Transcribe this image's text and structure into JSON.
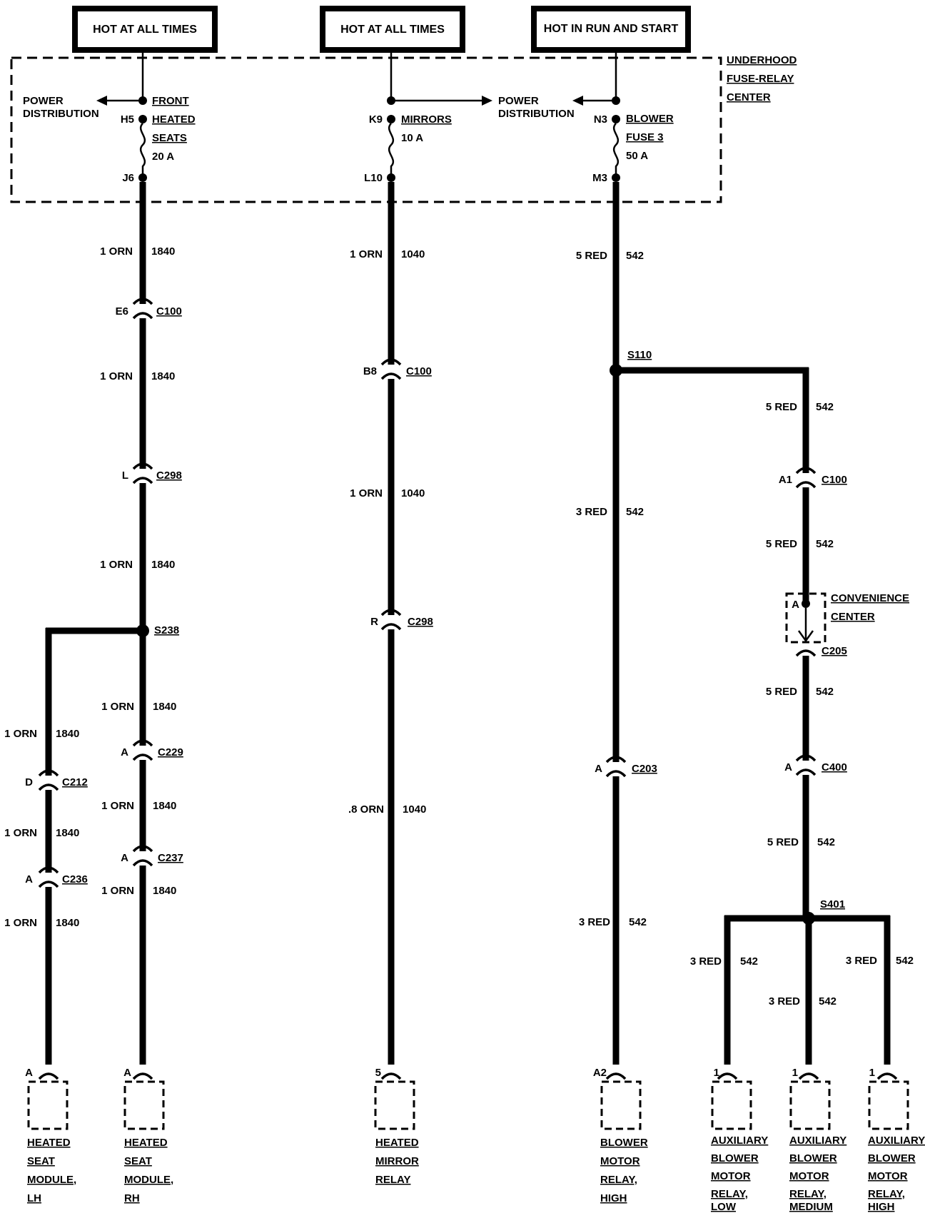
{
  "power_sources": {
    "src1": "HOT AT ALL TIMES",
    "src2": "HOT AT ALL TIMES",
    "src3": "HOT IN RUN AND START"
  },
  "fuse_block": {
    "line1": "UNDERHOOD",
    "line2": "FUSE-RELAY",
    "line3": "CENTER"
  },
  "power_distribution": {
    "line1": "POWER",
    "line2": "DISTRIBUTION"
  },
  "fuses": {
    "seats": {
      "in_pin": "H5",
      "out_pin": "J6",
      "l1": "FRONT",
      "l2": "HEATED",
      "l3": "SEATS",
      "rating": "20 A"
    },
    "mirrors": {
      "in_pin": "K9",
      "out_pin": "L10",
      "l1": "MIRRORS",
      "rating": "10 A"
    },
    "blower": {
      "in_pin": "N3",
      "out_pin": "M3",
      "l1": "BLOWER",
      "l2": "FUSE 3",
      "rating": "50 A"
    }
  },
  "wires": {
    "w1": {
      "spec": "1 ORN",
      "circuit": "1840"
    },
    "w2": {
      "spec": "1 ORN",
      "circuit": "1840"
    },
    "w3": {
      "spec": "1 ORN",
      "circuit": "1840"
    },
    "w4": {
      "spec": "1 ORN",
      "circuit": "1840"
    },
    "w5": {
      "spec": "1 ORN",
      "circuit": "1840"
    },
    "w6": {
      "spec": "1 ORN",
      "circuit": "1840"
    },
    "w7": {
      "spec": "1 ORN",
      "circuit": "1840"
    },
    "w8": {
      "spec": "1 ORN",
      "circuit": "1840"
    },
    "w9": {
      "spec": "1 ORN",
      "circuit": "1840"
    },
    "m1": {
      "spec": "1 ORN",
      "circuit": "1040"
    },
    "m2": {
      "spec": "1 ORN",
      "circuit": "1040"
    },
    "m3": {
      "spec": ".8 ORN",
      "circuit": "1040"
    },
    "b1": {
      "spec": "5 RED",
      "circuit": "542"
    },
    "b2": {
      "spec": "3 RED",
      "circuit": "542"
    },
    "b3": {
      "spec": "3 RED",
      "circuit": "542"
    },
    "r1": {
      "spec": "5 RED",
      "circuit": "542"
    },
    "r2": {
      "spec": "5 RED",
      "circuit": "542"
    },
    "r3": {
      "spec": "5 RED",
      "circuit": "542"
    },
    "r4": {
      "spec": "5 RED",
      "circuit": "542"
    },
    "r5": {
      "spec": "3 RED",
      "circuit": "542"
    },
    "r6": {
      "spec": "3 RED",
      "circuit": "542"
    },
    "r7": {
      "spec": "3 RED",
      "circuit": "542"
    }
  },
  "connectors": {
    "c1": {
      "pin": "E6",
      "name": "C100"
    },
    "c2": {
      "pin": "L",
      "name": "C298"
    },
    "c3": {
      "pin": "D",
      "name": "C212"
    },
    "c4": {
      "pin": "A",
      "name": "C236"
    },
    "c5": {
      "pin": "A",
      "name": "C229"
    },
    "c6": {
      "pin": "A",
      "name": "C237"
    },
    "c7": {
      "pin": "B8",
      "name": "C100"
    },
    "c8": {
      "pin": "R",
      "name": "C298"
    },
    "c9": {
      "pin": "A",
      "name": "C203"
    },
    "c10": {
      "pin": "A1",
      "name": "C100"
    },
    "c11": {
      "pin": "A",
      "name": "C205"
    },
    "c12": {
      "pin": "A",
      "name": "C400"
    }
  },
  "splices": {
    "s1": "S238",
    "s2": "S110",
    "s3": "S401"
  },
  "convenience_center": {
    "l1": "CONVENIENCE",
    "l2": "CENTER"
  },
  "loads": {
    "l1": {
      "pin": "A",
      "lines": [
        "HEATED",
        "SEAT",
        "MODULE,",
        "LH"
      ]
    },
    "l2": {
      "pin": "A",
      "lines": [
        "HEATED",
        "SEAT",
        "MODULE,",
        "RH"
      ]
    },
    "l3": {
      "pin": "5",
      "lines": [
        "HEATED",
        "MIRROR",
        "RELAY"
      ]
    },
    "l4": {
      "pin": "A2",
      "lines": [
        "BLOWER",
        "MOTOR",
        "RELAY,",
        "HIGH"
      ]
    },
    "l5": {
      "pin": "1",
      "lines": [
        "AUXILIARY",
        "BLOWER",
        "MOTOR",
        "RELAY,",
        "LOW"
      ]
    },
    "l6": {
      "pin": "1",
      "lines": [
        "AUXILIARY",
        "BLOWER",
        "MOTOR",
        "RELAY,",
        "MEDIUM"
      ]
    },
    "l7": {
      "pin": "1",
      "lines": [
        "AUXILIARY",
        "BLOWER",
        "MOTOR",
        "RELAY,",
        "HIGH"
      ]
    }
  }
}
